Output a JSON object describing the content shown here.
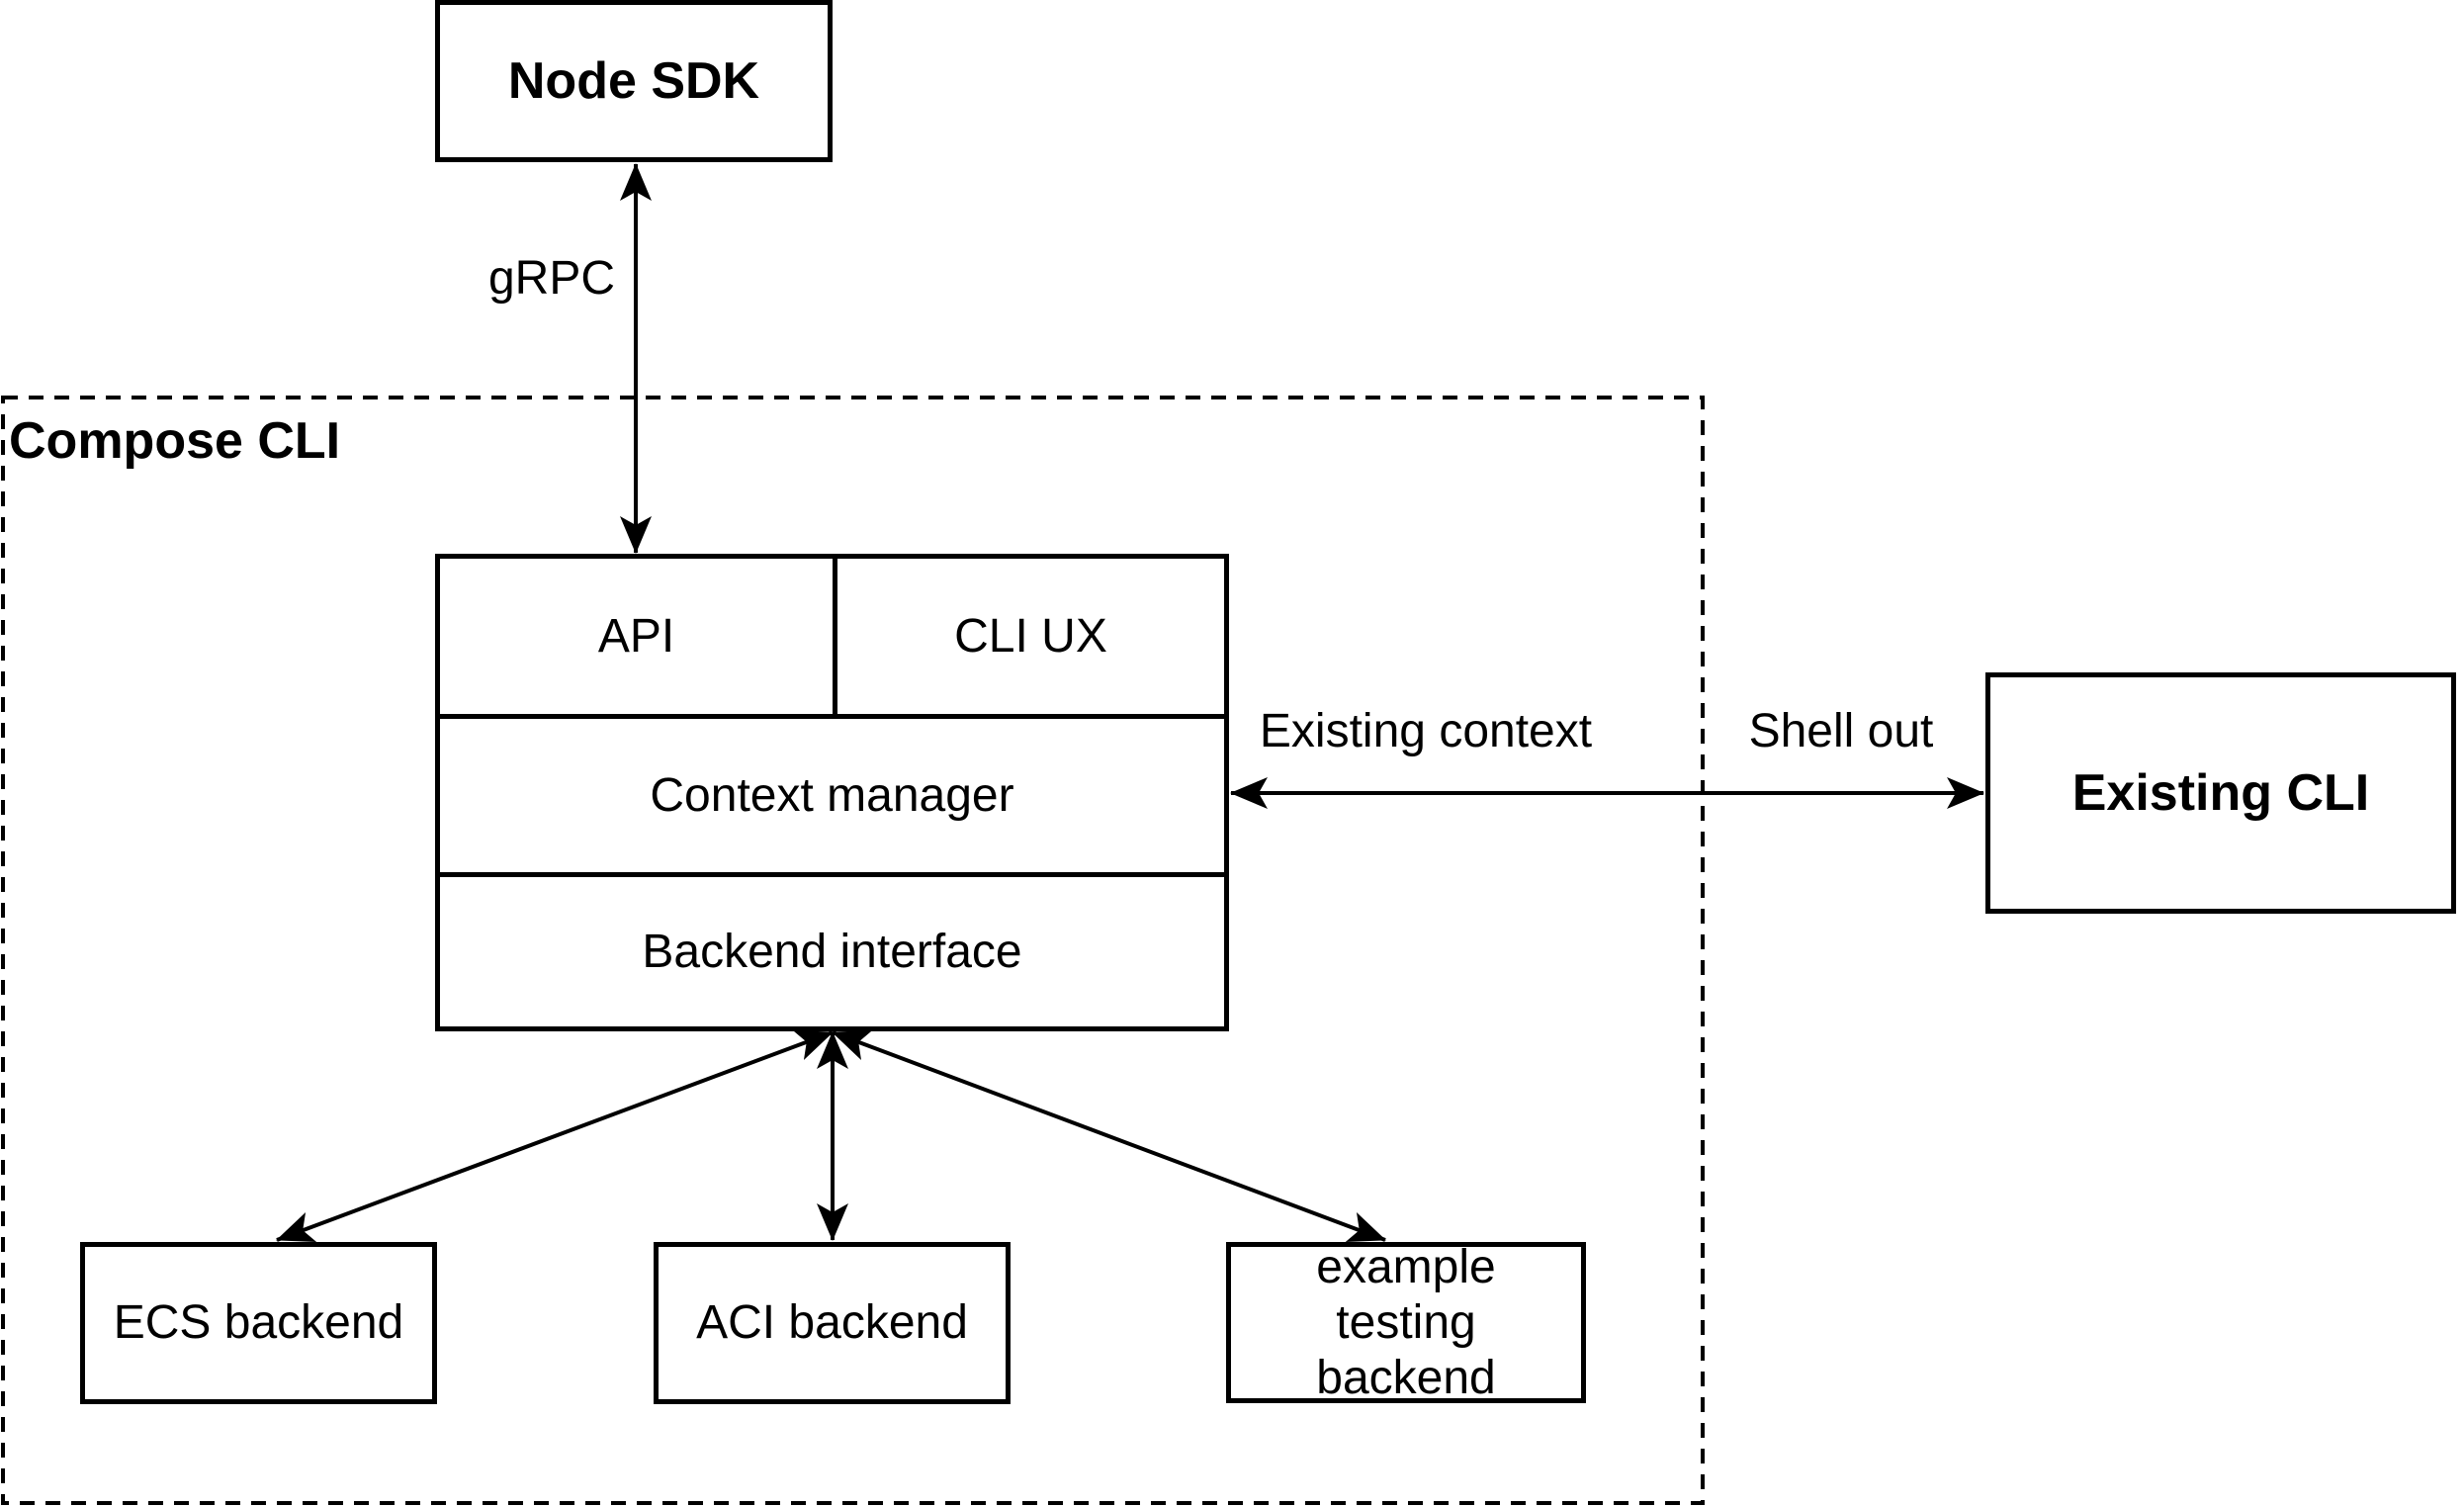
{
  "diagram": {
    "container": {
      "label": "Compose CLI"
    },
    "nodes": {
      "node_sdk": {
        "label": "Node SDK"
      },
      "api": {
        "label": "API"
      },
      "cli_ux": {
        "label": "CLI UX"
      },
      "context_manager": {
        "label": "Context manager"
      },
      "backend_interface": {
        "label": "Backend interface"
      },
      "existing_cli": {
        "label": "Existing CLI"
      },
      "ecs_backend": {
        "label": "ECS backend"
      },
      "aci_backend": {
        "label": "ACI backend"
      },
      "example_testing_backend": {
        "label": "example testing backend"
      }
    },
    "edges": {
      "grpc": {
        "label": "gRPC"
      },
      "existing_context": {
        "label": "Existing context"
      },
      "shell_out": {
        "label": "Shell out"
      }
    },
    "colors": {
      "line": "#000000",
      "background": "#ffffff",
      "text": "#000000"
    }
  }
}
